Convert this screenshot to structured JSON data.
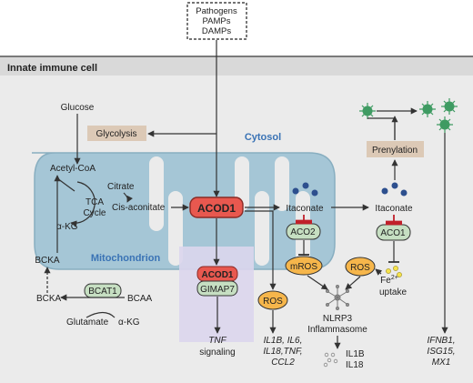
{
  "stimulus": {
    "lines": [
      "Pathogens",
      "PAMPs",
      "DAMPs"
    ]
  },
  "cell_title": "Innate immune cell",
  "compartments": {
    "cytosol": "Cytosol",
    "mitochondrion": "Mitochondrion"
  },
  "metabolites": {
    "glucose": "Glucose",
    "acetyl_coa": "Acetyl-CoA",
    "citrate": "Citrate",
    "tca_line1": "TCA",
    "tca_line2": "Cycle",
    "cis_aconitate": "Cis-aconitate",
    "akg": "α-KG",
    "bcka_mito": "BCKA",
    "bcka": "BCKA",
    "bcaa": "BCAA",
    "glutamate": "Glutamate",
    "akg_2": "α-KG",
    "itaconate_1": "Itaconate",
    "itaconate_2": "Itaconate",
    "fe_uptake_sup": "2+",
    "fe_uptake_line1": "Fe",
    "fe_uptake_line2": "uptake"
  },
  "processes": {
    "glycolysis": "Glycolysis",
    "prenylation": "Prenylation"
  },
  "enzymes": {
    "acod1_main": "ACOD1",
    "aco2": "ACO2",
    "aco1": "ACO1",
    "bcat1": "BCAT1",
    "acod1_box": "ACOD1",
    "gimap7": "GIMAP7"
  },
  "signals": {
    "mros": "mROS",
    "ros_1": "ROS",
    "ros_2": "ROS",
    "tnf_line1": "TNF",
    "tnf_line2": "signaling"
  },
  "nlrp3": {
    "line1": "NLRP3",
    "line2": "Inflammasome"
  },
  "outputs": {
    "cytokines": [
      "IL1B, IL6,",
      "IL18,TNF,",
      "CCL2"
    ],
    "il1b": "IL1B",
    "il18": "IL18",
    "isg": [
      "IFNB1,",
      "ISG15,",
      "MX1"
    ]
  },
  "colors": {
    "mito_fill": "#a5c6d6",
    "cell_fill": "#ebebeb",
    "cell_header": "#d9d9d9",
    "acod1_red": "#e8584f",
    "enzyme_green": "#c6dfc2",
    "ros_orange": "#f6b64b",
    "process_tan": "#dcc9b6",
    "tnf_purple": "#dcd6ed",
    "compartment_blue": "#3a73b5",
    "inhibit_red": "#c0202a",
    "dot_blue": "#2d4f8e",
    "virus_green": "#3f9b62"
  }
}
